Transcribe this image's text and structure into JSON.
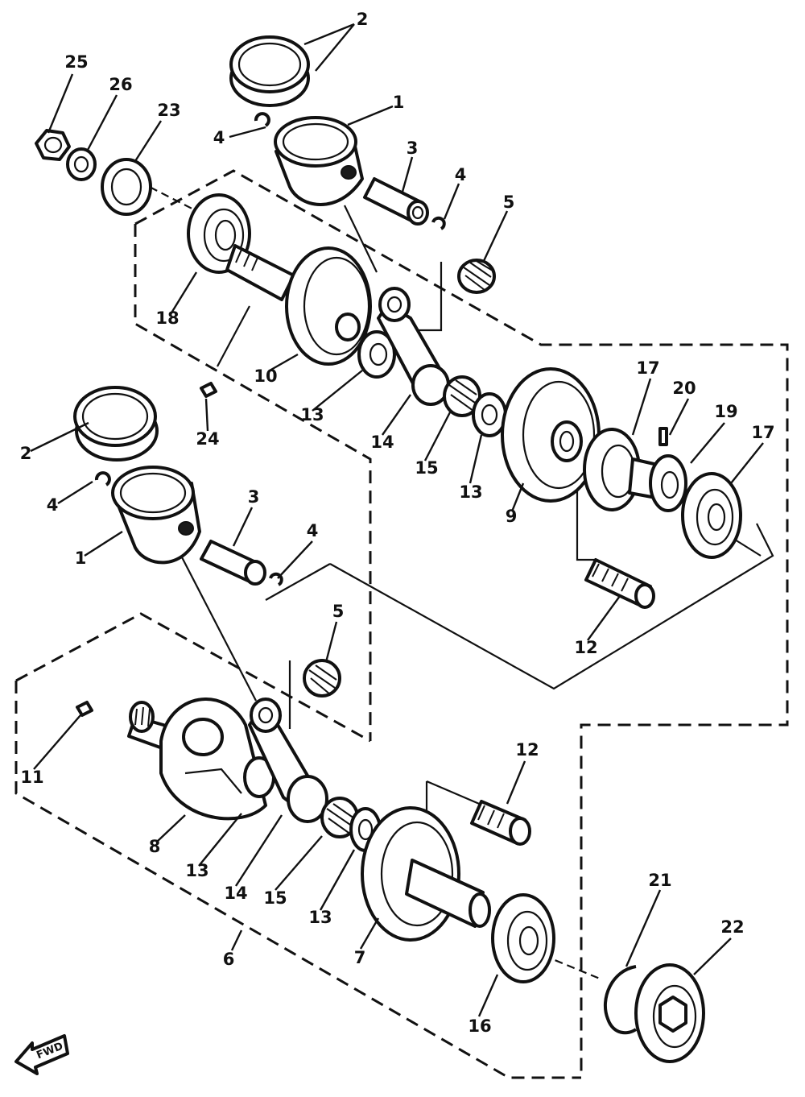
{
  "callouts": {
    "c25": "25",
    "c26": "26",
    "c23": "23",
    "c2_top": "2",
    "c1_top": "1",
    "c4_top_left": "4",
    "c3_top": "3",
    "c4_top_right": "4",
    "c5_top": "5",
    "c18": "18",
    "c10": "10",
    "c24": "24",
    "c13_top_a": "13",
    "c14_top": "14",
    "c15_top": "15",
    "c13_top_b": "13",
    "c9": "9",
    "c17_left": "17",
    "c20": "20",
    "c19": "19",
    "c17_right": "17",
    "c12_top": "12",
    "c2_mid": "2",
    "c4_mid_left": "4",
    "c1_mid": "1",
    "c3_mid": "3",
    "c4_mid_right": "4",
    "c5_mid": "5",
    "c11": "11",
    "c12_bot": "12",
    "c8": "8",
    "c13_bot_a": "13",
    "c14_bot": "14",
    "c15_bot": "15",
    "c13_bot_b": "13",
    "c7": "7",
    "c6": "6",
    "c16": "16",
    "c21": "21",
    "c22": "22"
  },
  "fwd_label": "FWD",
  "colors": {
    "ink": "#111111",
    "paper": "#ffffff"
  }
}
